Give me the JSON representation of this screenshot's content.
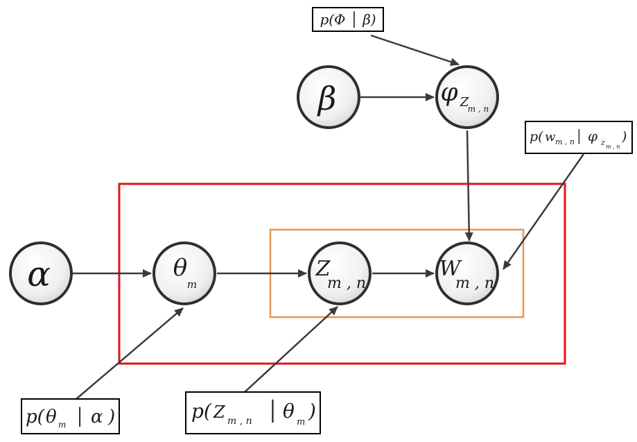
{
  "nodes": {
    "alpha": {
      "symbol": "α",
      "sub": ""
    },
    "beta": {
      "symbol": "β",
      "sub": ""
    },
    "theta": {
      "symbol": "θ",
      "sub": "m"
    },
    "phi": {
      "symbol": "φ",
      "sub": "Z",
      "subsub": "m , n"
    },
    "z": {
      "symbol": "Z",
      "sub": "m , n"
    },
    "w": {
      "symbol": "W",
      "sub": "m , n"
    }
  },
  "labels": {
    "p_phi_beta": "p(Φ │ β)",
    "p_w_phi": {
      "prefix": "p(",
      "w": "w",
      "w_sub": "m , n",
      "sep": "│",
      "phi": "φ",
      "phi_sub": "z",
      "phi_subsub": "m , n",
      "close": ")"
    },
    "p_theta_alpha": {
      "prefix": "p(",
      "theta": "θ",
      "theta_sub": "m",
      "sep": "│",
      "alpha": "α",
      "close": ")"
    },
    "p_z_theta": {
      "prefix": "p(",
      "z": "Z",
      "z_sub": "m , n",
      "sep": "│",
      "theta": "θ",
      "theta_sub": "m",
      "close": ")"
    }
  },
  "colors": {
    "outer_plate": "#e3121b",
    "inner_plate": "#e8964e",
    "node_stroke": "#2e2e2e",
    "edge": "#3a3a3a"
  }
}
